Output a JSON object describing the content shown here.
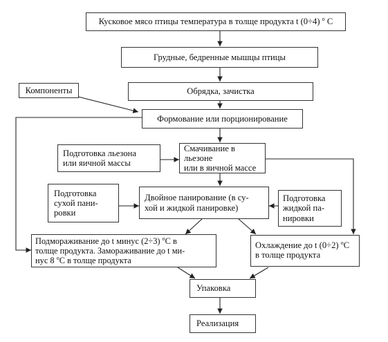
{
  "nodes": {
    "raw": {
      "text": "Кусковое мясо птицы температура в толще продукта t (0÷4) ",
      "deg": "о",
      "suffix": " С"
    },
    "muscles": "Грудные, бедренные мышцы птицы",
    "trim": "Обрядка, зачистка",
    "components": "Компоненты",
    "forming": "Формование или порционирование",
    "prep_batter": "Подготовка льезона\nили яичной массы",
    "wetting": "Смачивание в льезоне\nили в яичной массе",
    "prep_dry": "Подготовка\nсухой пани-\nровки",
    "double_breading": "Двойное панирование (в су-\nхой и жидкой панировке)",
    "prep_liquid": "Подготовка\nжидкой па-\nнировки",
    "freeze": {
      "l1a": "Подмораживание до t минус (2÷3) ",
      "l1deg": "о",
      "l1b": "С в",
      "l2": "толще продукта. Замораживание до t ми-",
      "l3a": "нус 8 ",
      "l3deg": "о",
      "l3b": "С в толще продукта"
    },
    "cool": {
      "l1a": "Охлаждение до t (0÷2) ",
      "l1deg": "о",
      "l1b": "С",
      "l2": "в толще продукта"
    },
    "pack": "Упаковка",
    "sale": "Реализация"
  }
}
